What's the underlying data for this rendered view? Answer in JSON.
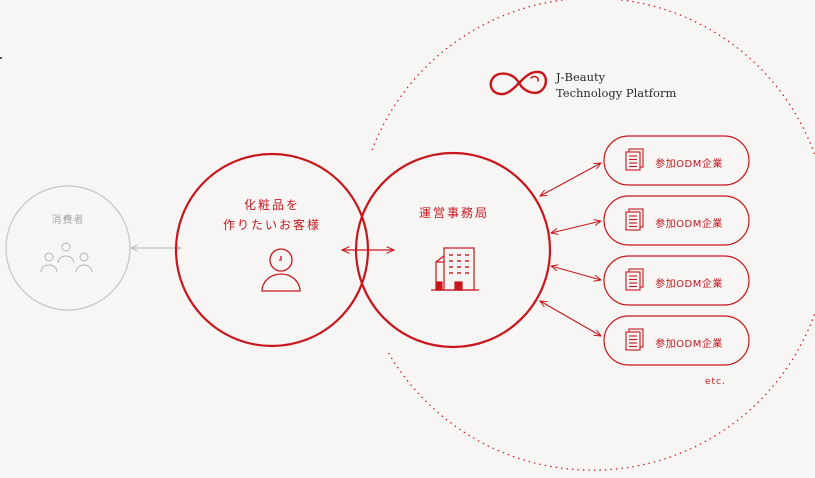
{
  "brand": {
    "line1": "J-Beauty",
    "line2": "Technology Platform",
    "logo": "infinity-logo"
  },
  "consumer": {
    "label": "消費者",
    "icon": "people-group-icon"
  },
  "customer": {
    "line1": "化粧品を",
    "line2": "作りたいお客様",
    "icon": "person-icon"
  },
  "office": {
    "label": "運営事務局",
    "icon": "building-icon"
  },
  "odm": {
    "items": [
      "参加ODM企業",
      "参加ODM企業",
      "参加ODM企業",
      "参加ODM企業"
    ],
    "icon": "document-icon"
  },
  "etc": "etc.",
  "colors": {
    "accent": "#c8161d",
    "muted": "#c4c4c4",
    "background": "#f7f6f4"
  }
}
